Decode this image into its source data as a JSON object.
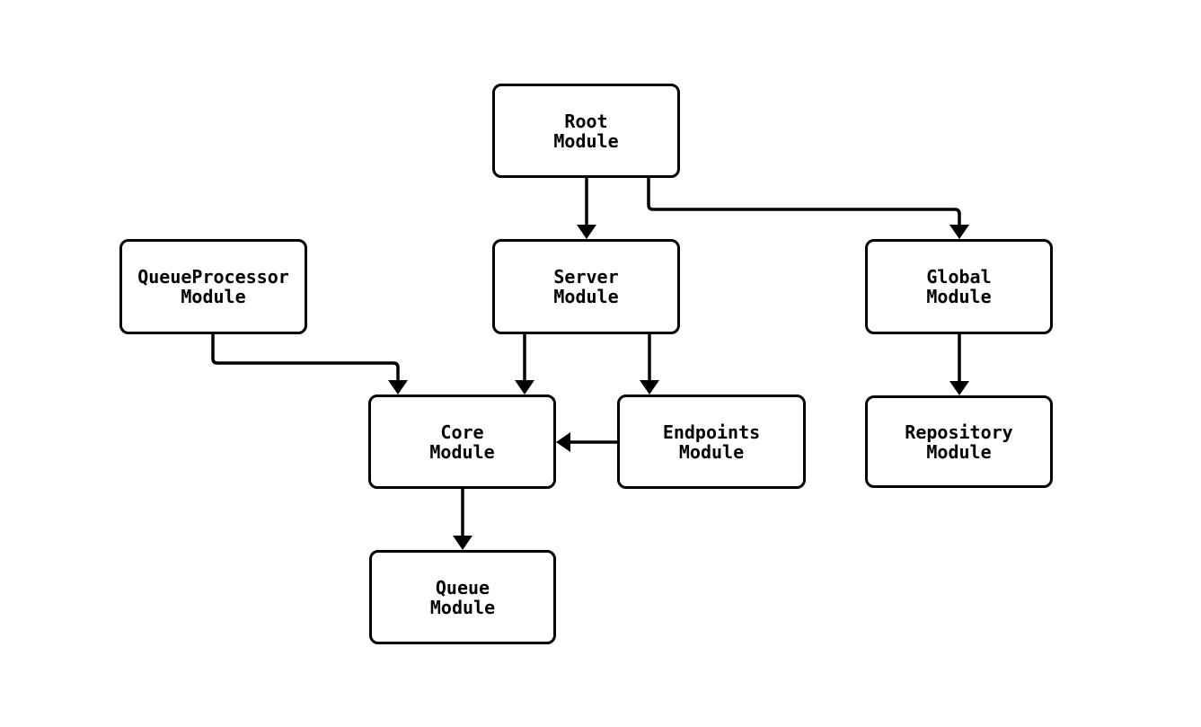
{
  "diagram": {
    "type": "flowchart",
    "background_color": "#ffffff",
    "stroke_color": "#000000",
    "node_fill_color": "#ffffff",
    "text_color": "#000000",
    "nodes": {
      "root": {
        "label": "Root\nModule"
      },
      "queueprocessor": {
        "label": "QueueProcessor\nModule"
      },
      "server": {
        "label": "Server\nModule"
      },
      "global": {
        "label": "Global\nModule"
      },
      "core": {
        "label": "Core\nModule"
      },
      "endpoints": {
        "label": "Endpoints\nModule"
      },
      "repository": {
        "label": "Repository\nModule"
      },
      "queue": {
        "label": "Queue\nModule"
      }
    },
    "edges": [
      {
        "from": "Root Module",
        "to": "Server Module"
      },
      {
        "from": "Root Module",
        "to": "Global Module"
      },
      {
        "from": "QueueProcessor Module",
        "to": "Core Module"
      },
      {
        "from": "Server Module",
        "to": "Core Module"
      },
      {
        "from": "Server Module",
        "to": "Endpoints Module"
      },
      {
        "from": "Endpoints Module",
        "to": "Core Module"
      },
      {
        "from": "Global Module",
        "to": "Repository Module"
      },
      {
        "from": "Core Module",
        "to": "Queue Module"
      }
    ]
  }
}
